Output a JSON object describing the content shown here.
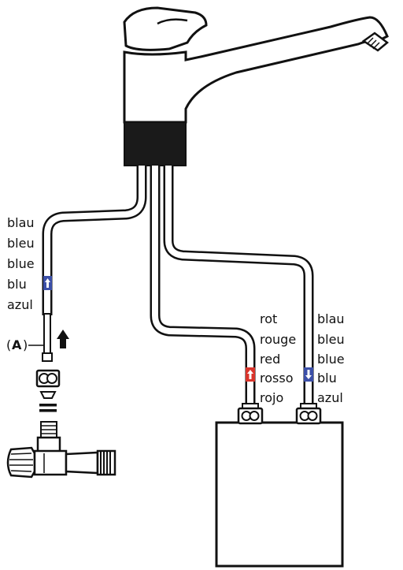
{
  "inlet_labels": {
    "left": [
      "blau",
      "bleu",
      "blue",
      "blu",
      "azul"
    ],
    "right_hot": [
      "rot",
      "rouge",
      "red",
      "rosso",
      "rojo"
    ],
    "right_cold": [
      "blau",
      "bleu",
      "blue",
      "blu",
      "azul"
    ]
  },
  "callout": {
    "open": "(",
    "letter": "A",
    "close": ")"
  },
  "colors": {
    "hot": "#d9342b",
    "cold": "#3b4fa8",
    "line": "#111111",
    "fill": "#ffffff",
    "dark_fill": "#1a1a1a"
  },
  "icons": {
    "hot_marker": "arrow-up-icon",
    "cold_marker_right": "arrow-down-icon",
    "cold_marker_left": "arrow-up-icon",
    "flow_arrow": "arrow-up-icon"
  }
}
